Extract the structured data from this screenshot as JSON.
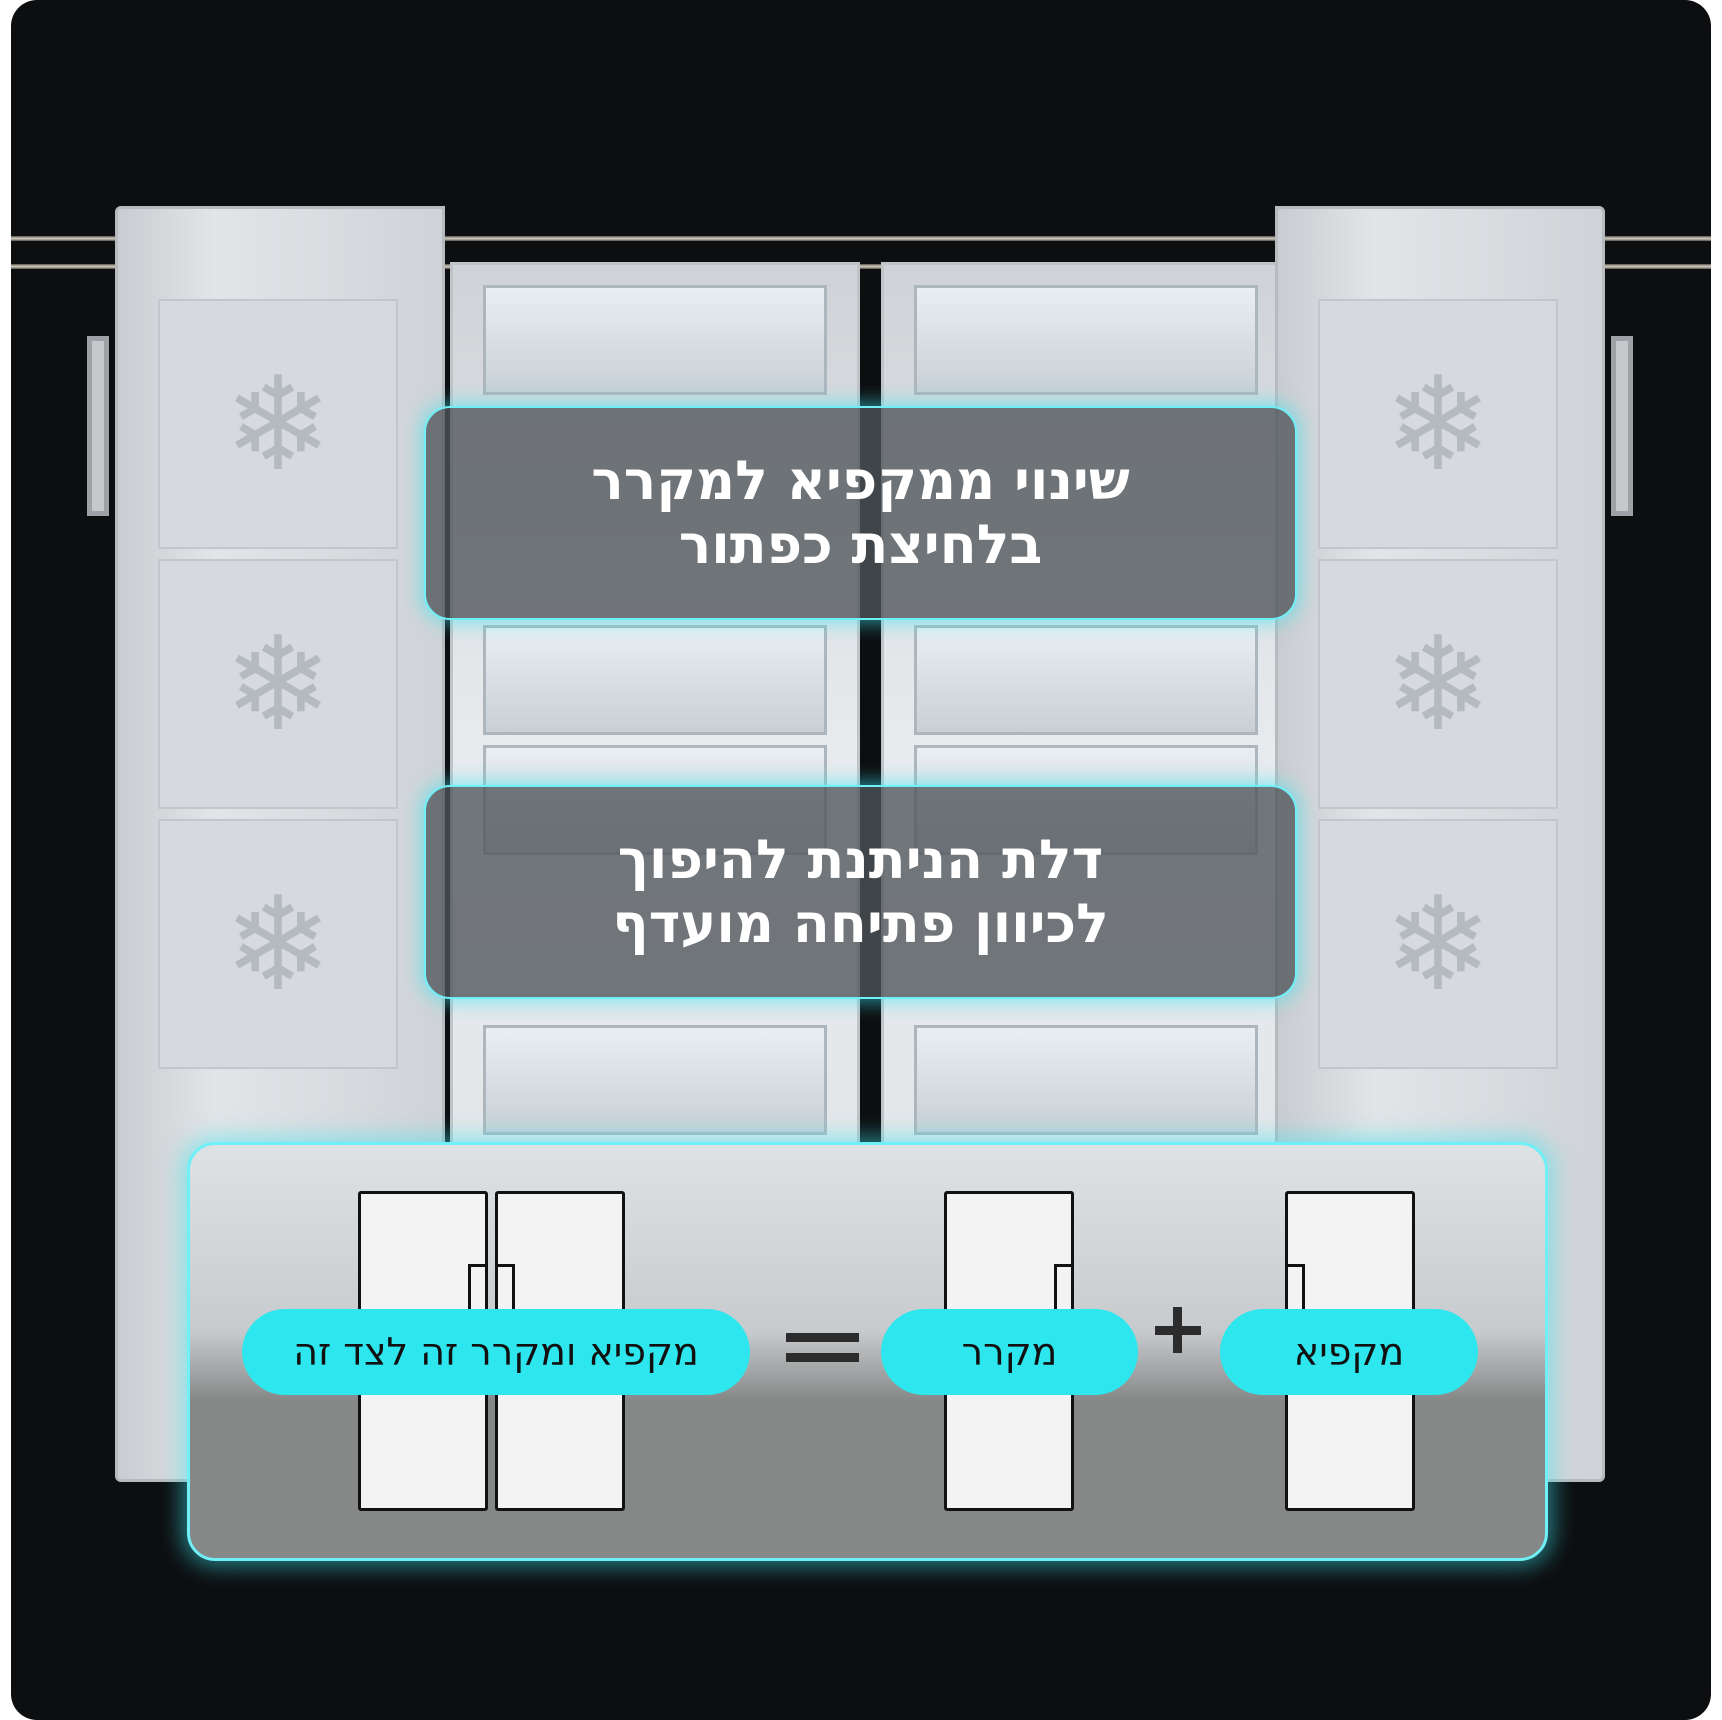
{
  "feature_boxes": [
    {
      "lines": [
        "שינוי ממקפיא למקרר",
        "בלחיצת כפתור"
      ]
    },
    {
      "lines": [
        "דלת הניתנת להיפוך",
        "לכיוון פתיחה מועדף"
      ]
    }
  ],
  "equation": {
    "freezer_label": "מקפיא",
    "plus_symbol": "+",
    "fridge_label": "מקרר",
    "equals_symbol": "=",
    "result_label": "מקפיא ומקרר זה לצד זה"
  },
  "colors": {
    "accent": "#2de6ee",
    "background": "#0d0e10"
  }
}
